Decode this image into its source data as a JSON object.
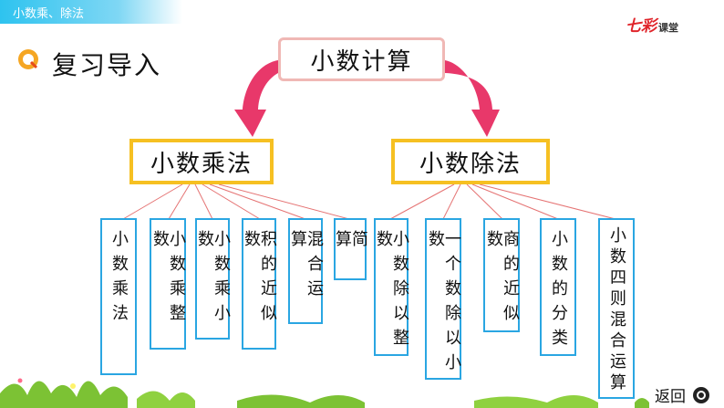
{
  "header": {
    "breadcrumb": "小数乘、除法",
    "brand": "七彩",
    "brand_sub": "课堂"
  },
  "section_title": "复习导入",
  "root": "小数计算",
  "categories": [
    {
      "label": "小数乘法",
      "items": [
        "小数乘法",
        "小数乘整数",
        "小数乘小数",
        "积的近似数",
        "混合运算",
        "简算"
      ]
    },
    {
      "label": "小数除法",
      "items": [
        "小数除以整数",
        "一个数除以小数",
        "商的近似数",
        "小数的分类",
        "小数四则混合运算"
      ]
    }
  ],
  "nav": {
    "back_label": "返回"
  },
  "colors": {
    "arrow": "#e8386a",
    "category_border": "#f6c022",
    "leaf_border": "#2aa6e2",
    "root_border": "#f0b8b5",
    "topbar": "#2ec3ef"
  }
}
